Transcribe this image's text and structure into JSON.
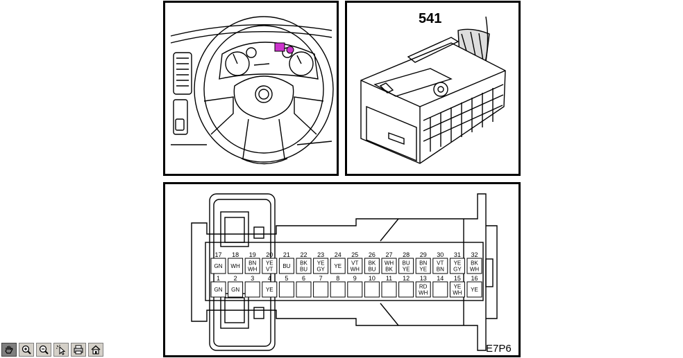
{
  "diagram": {
    "component_number": "541",
    "connector_code": "E7P6",
    "highlight_color": "#cc33cc",
    "pins_top_row": [
      {
        "num": "17",
        "color": "GN"
      },
      {
        "num": "18",
        "color": "WH"
      },
      {
        "num": "19",
        "color": "BN\nWH"
      },
      {
        "num": "20",
        "color": "YE\nVT"
      },
      {
        "num": "21",
        "color": "BU"
      },
      {
        "num": "22",
        "color": "BK\nBU"
      },
      {
        "num": "23",
        "color": "YE\nGY"
      },
      {
        "num": "24",
        "color": "YE"
      },
      {
        "num": "25",
        "color": "VT\nWH"
      },
      {
        "num": "26",
        "color": "BK\nBU"
      },
      {
        "num": "27",
        "color": "WH\nBK"
      },
      {
        "num": "28",
        "color": "BU\nYE"
      },
      {
        "num": "29",
        "color": "BN\nYE"
      },
      {
        "num": "30",
        "color": "VT\nBN"
      },
      {
        "num": "31",
        "color": "YE\nGY"
      },
      {
        "num": "32",
        "color": "BK\nWH"
      }
    ],
    "pins_bottom_row": [
      {
        "num": "1",
        "color": "GN"
      },
      {
        "num": "2",
        "color": "GN"
      },
      {
        "num": "3",
        "color": ""
      },
      {
        "num": "4",
        "color": "YE"
      },
      {
        "num": "5",
        "color": ""
      },
      {
        "num": "6",
        "color": ""
      },
      {
        "num": "7",
        "color": ""
      },
      {
        "num": "8",
        "color": ""
      },
      {
        "num": "9",
        "color": ""
      },
      {
        "num": "10",
        "color": ""
      },
      {
        "num": "11",
        "color": ""
      },
      {
        "num": "12",
        "color": ""
      },
      {
        "num": "13",
        "color": "RD\nWH"
      },
      {
        "num": "14",
        "color": ""
      },
      {
        "num": "15",
        "color": "YE\nWH"
      },
      {
        "num": "16",
        "color": "YE"
      }
    ]
  },
  "toolbar": {
    "buttons": [
      {
        "icon": "hand-pan-icon",
        "active": true
      },
      {
        "icon": "zoom-in-icon",
        "active": false
      },
      {
        "icon": "zoom-out-icon",
        "active": false
      },
      {
        "icon": "select-pointer-icon",
        "active": false
      },
      {
        "icon": "print-icon",
        "active": false
      },
      {
        "icon": "home-icon",
        "active": false
      }
    ]
  }
}
